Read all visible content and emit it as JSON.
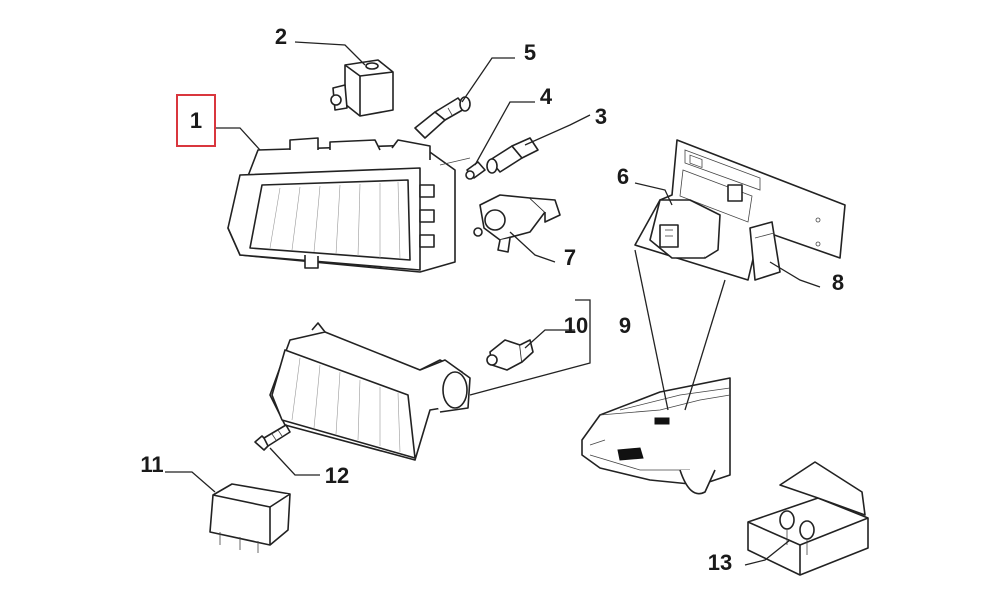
{
  "callouts": [
    {
      "id": "1",
      "label": "1",
      "highlighted": true
    },
    {
      "id": "2",
      "label": "2"
    },
    {
      "id": "3",
      "label": "3"
    },
    {
      "id": "4",
      "label": "4"
    },
    {
      "id": "5",
      "label": "5"
    },
    {
      "id": "6",
      "label": "6"
    },
    {
      "id": "7",
      "label": "7"
    },
    {
      "id": "8",
      "label": "8"
    },
    {
      "id": "9",
      "label": "9"
    },
    {
      "id": "10",
      "label": "10"
    },
    {
      "id": "11",
      "label": "11"
    },
    {
      "id": "12",
      "label": "12"
    },
    {
      "id": "13",
      "label": "13"
    }
  ],
  "colors": {
    "line": "#222222",
    "highlight": "#d9363e",
    "background": "#ffffff"
  }
}
